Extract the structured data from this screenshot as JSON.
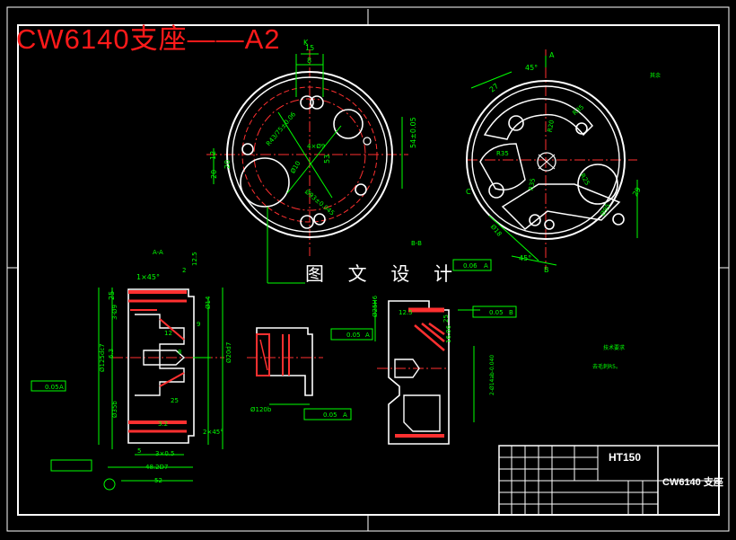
{
  "drawing": {
    "title": "CW6140支座——A2",
    "watermark": "图 文 设 计",
    "section_labels": {
      "aa": "A-A",
      "bb": "B-B"
    },
    "view_label_k": "K",
    "colors": {
      "background": "#000000",
      "frame": "#ffffff",
      "title": "#ff1a1a",
      "dimension": "#00ff00",
      "centerline": "#ff3030",
      "hatch": "#ff3030",
      "outline": "#ffffff"
    }
  },
  "dimensions": {
    "top_left": [
      "15",
      "8",
      "20",
      "12",
      "20",
      "53",
      "54±0.05",
      "Ø10",
      "4×Ø9",
      "Ø93±0.045",
      "R43/75±0.06"
    ],
    "top_right": [
      "A",
      "45°",
      "27",
      "R35",
      "R20",
      "R25",
      "R35",
      "R35",
      "Ø95",
      "29",
      "45°",
      "Ø18",
      "B",
      "C"
    ],
    "section_aa": [
      "1×45°",
      "12.5",
      "2",
      "25",
      "3-Ø9",
      "6.3",
      "Ø125dc7",
      "Ø35b",
      "Ø14",
      "9",
      "Ø20d7",
      "5",
      "12",
      "8",
      "25",
      "3.2",
      "2×45°",
      "3×0.5",
      "48.2D7",
      "52",
      "0.05",
      "A"
    ],
    "middle_part": [
      "Ø120b",
      "0.05",
      "A"
    ],
    "section_bb": [
      "Ø25H6",
      "12.5",
      "25",
      "16.06",
      "2-Ø14ab-0.040",
      "0.05",
      "B",
      "0.05",
      "A"
    ],
    "tolerances": [
      "0.06",
      "A",
      "0.05",
      "A",
      "0.05",
      "A"
    ]
  },
  "notes": {
    "heading": "技术要求",
    "line1": "去毛刺R5。",
    "finish_symbol": "其余"
  },
  "title_block": {
    "material": "HT150",
    "part_name": "CW6140 支座"
  }
}
